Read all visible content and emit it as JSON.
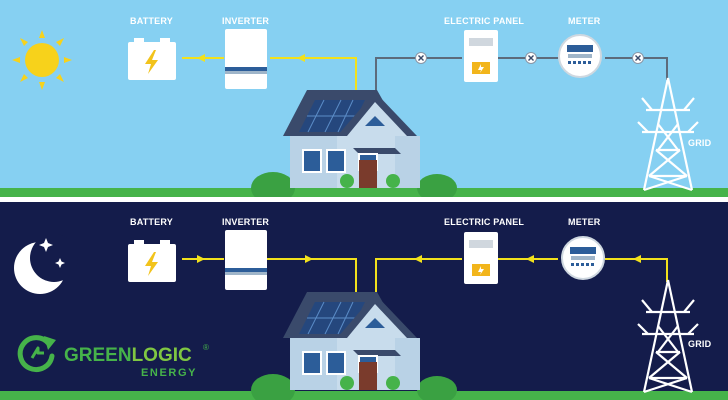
{
  "day": {
    "labels": {
      "battery": "BATTERY",
      "inverter": "INVERTER",
      "electric_panel": "ELECTRIC PANEL",
      "meter": "METER",
      "grid": "GRID"
    },
    "sky_color": "#86d0f2",
    "icon": "sun-icon"
  },
  "night": {
    "labels": {
      "battery": "BATTERY",
      "inverter": "INVERTER",
      "electric_panel": "ELECTRIC PANEL",
      "meter": "METER",
      "grid": "GRID"
    },
    "sky_color": "#141c4b",
    "icon": "moon-icon"
  },
  "logo": {
    "word_green": "GREEN",
    "word_logic": "LOGIC",
    "registered": "®",
    "energy": "ENERGY"
  },
  "colors": {
    "flow_line": "#f2e11c",
    "ground": "#46b34a",
    "roof": "#3a4a6b",
    "wall": "#b9d2e6"
  }
}
